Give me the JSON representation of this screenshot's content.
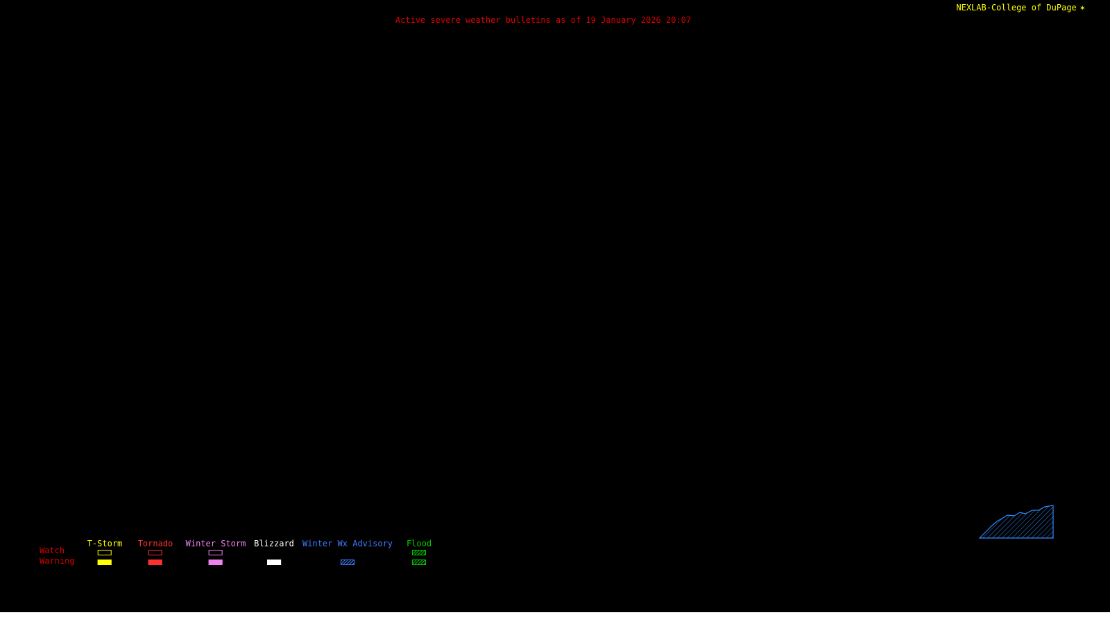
{
  "colors": {
    "background": "#000000",
    "title": "#d80000",
    "brand": "#ffff00",
    "watch_warning_label": "#d80000",
    "footer_strip": "#ffffff"
  },
  "header": {
    "brand": "NEXLAB-College of DuPage",
    "brand_icon": "✶",
    "title": "Active severe weather bulletins as of 19 January 2026 20:07"
  },
  "legend": {
    "rows": [
      {
        "label": "Watch"
      },
      {
        "label": "Warning"
      }
    ],
    "categories": [
      {
        "label": "T-Storm",
        "color": "#ffff00",
        "watch_style": "outline",
        "warning_style": "fill"
      },
      {
        "label": "Tornado",
        "color": "#ff3030",
        "watch_style": "outline",
        "warning_style": "fill"
      },
      {
        "label": "Winter Storm",
        "color": "#ee82ee",
        "watch_style": "outline",
        "warning_style": "fill"
      },
      {
        "label": "Blizzard",
        "color": "#ffffff",
        "watch_style": "none",
        "warning_style": "fill"
      },
      {
        "label": "Winter Wx Advisory",
        "color": "#3d7bff",
        "watch_style": "none",
        "warning_style": "hatch"
      },
      {
        "label": "Flood",
        "color": "#00cc00",
        "watch_style": "hatch",
        "warning_style": "hatch"
      }
    ]
  },
  "map": {
    "regions": [
      {
        "name": "winter-wx-advisory-region",
        "style": "hatch",
        "color": "#2f8bff",
        "points": [
          [
            1412,
            776
          ],
          [
            1518,
            776
          ],
          [
            1518,
            729
          ],
          [
            1506,
            731
          ],
          [
            1497,
            736
          ],
          [
            1488,
            736
          ],
          [
            1478,
            741
          ],
          [
            1470,
            739
          ],
          [
            1462,
            744
          ],
          [
            1452,
            743
          ],
          [
            1444,
            748
          ],
          [
            1437,
            752
          ],
          [
            1430,
            758
          ],
          [
            1424,
            764
          ],
          [
            1418,
            770
          ]
        ]
      }
    ]
  }
}
